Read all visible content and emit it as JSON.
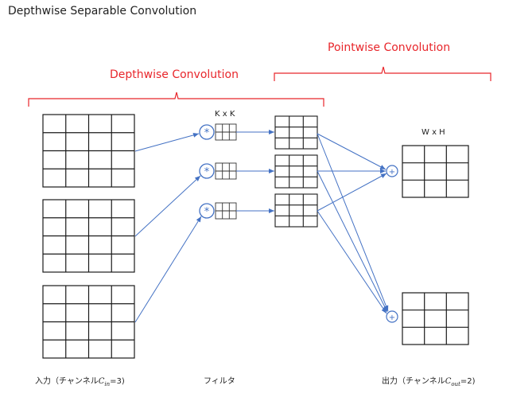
{
  "title": "Depthwise Separable Convolution",
  "labels": {
    "depthwise": "Depthwise Convolution",
    "pointwise": "Pointwise Convolution",
    "kernel_size": "K x K",
    "output_size": "W x H",
    "filter_caption": "フィルタ",
    "input_caption_prefix": "入力（チャンネル",
    "input_caption_var": "C",
    "input_caption_sub": "in",
    "input_caption_suffix": "=3)",
    "output_caption_prefix": "出力（チャンネル",
    "output_caption_var": "C",
    "output_caption_sub": "out",
    "output_caption_suffix": "=2)",
    "conv_symbol": "*",
    "sum_symbol": "+"
  },
  "colors": {
    "accent_red": "#e8262b",
    "arrow_blue": "#4472c4",
    "grid": "#1a1a1a"
  }
}
